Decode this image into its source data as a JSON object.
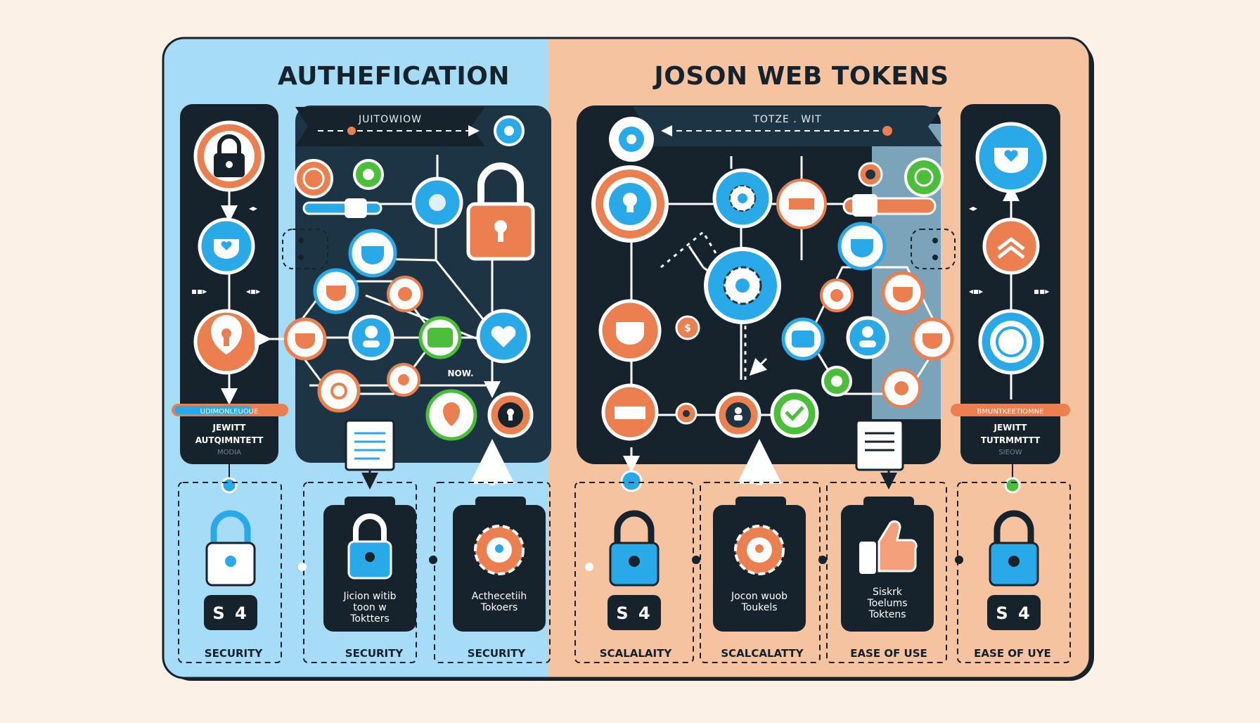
{
  "left": {
    "title": "AUTHEFICATION",
    "banner": "JUITOWIOW",
    "tag_top": "UDIMONLEUOUE",
    "tag_lines": [
      "JEWITT",
      "AUTQIMNTETT",
      "MODIA"
    ],
    "mid_note": "NOW.",
    "cards": [
      {
        "icon": "padlock-icon",
        "badge": "S 4",
        "text": "",
        "caption": "SECURITY"
      },
      {
        "icon": "padlock-icon",
        "badge": "",
        "text": "Jicion witib\ntoon w\nToktters",
        "caption": "SECURITY"
      },
      {
        "icon": "gear-icon",
        "badge": "",
        "text": "Acthecetiih\nTokoers",
        "caption": "SECURITY"
      }
    ]
  },
  "right": {
    "title": "JOSON WEB TOKENS",
    "banner": "TOTZE . WIT",
    "tag_top": "BMUNTKEETIOMNE",
    "tag_lines": [
      "JEWITT",
      "TUTRMMTTT",
      "SIEOW"
    ],
    "cards": [
      {
        "icon": "padlock-icon",
        "badge": "S 4",
        "text": "",
        "caption": "SCALALAITY"
      },
      {
        "icon": "gear-icon",
        "badge": "",
        "text": "Jocon wuob\nToukels",
        "caption": "SCALCALATTY"
      },
      {
        "icon": "thumbs-up-icon",
        "badge": "",
        "text": "Siskrk\nToelums\nToktens",
        "caption": "EASE OF USE"
      },
      {
        "icon": "padlock-icon",
        "badge": "S 4",
        "text": "",
        "caption": "EASE OF UYE"
      }
    ]
  },
  "colors": {
    "left_bg": "#a6dcf6",
    "right_bg": "#f6c3a0",
    "dark": "#16232d",
    "blue": "#29a9e8",
    "orange": "#ec7f4f",
    "green": "#4cbf3a"
  }
}
